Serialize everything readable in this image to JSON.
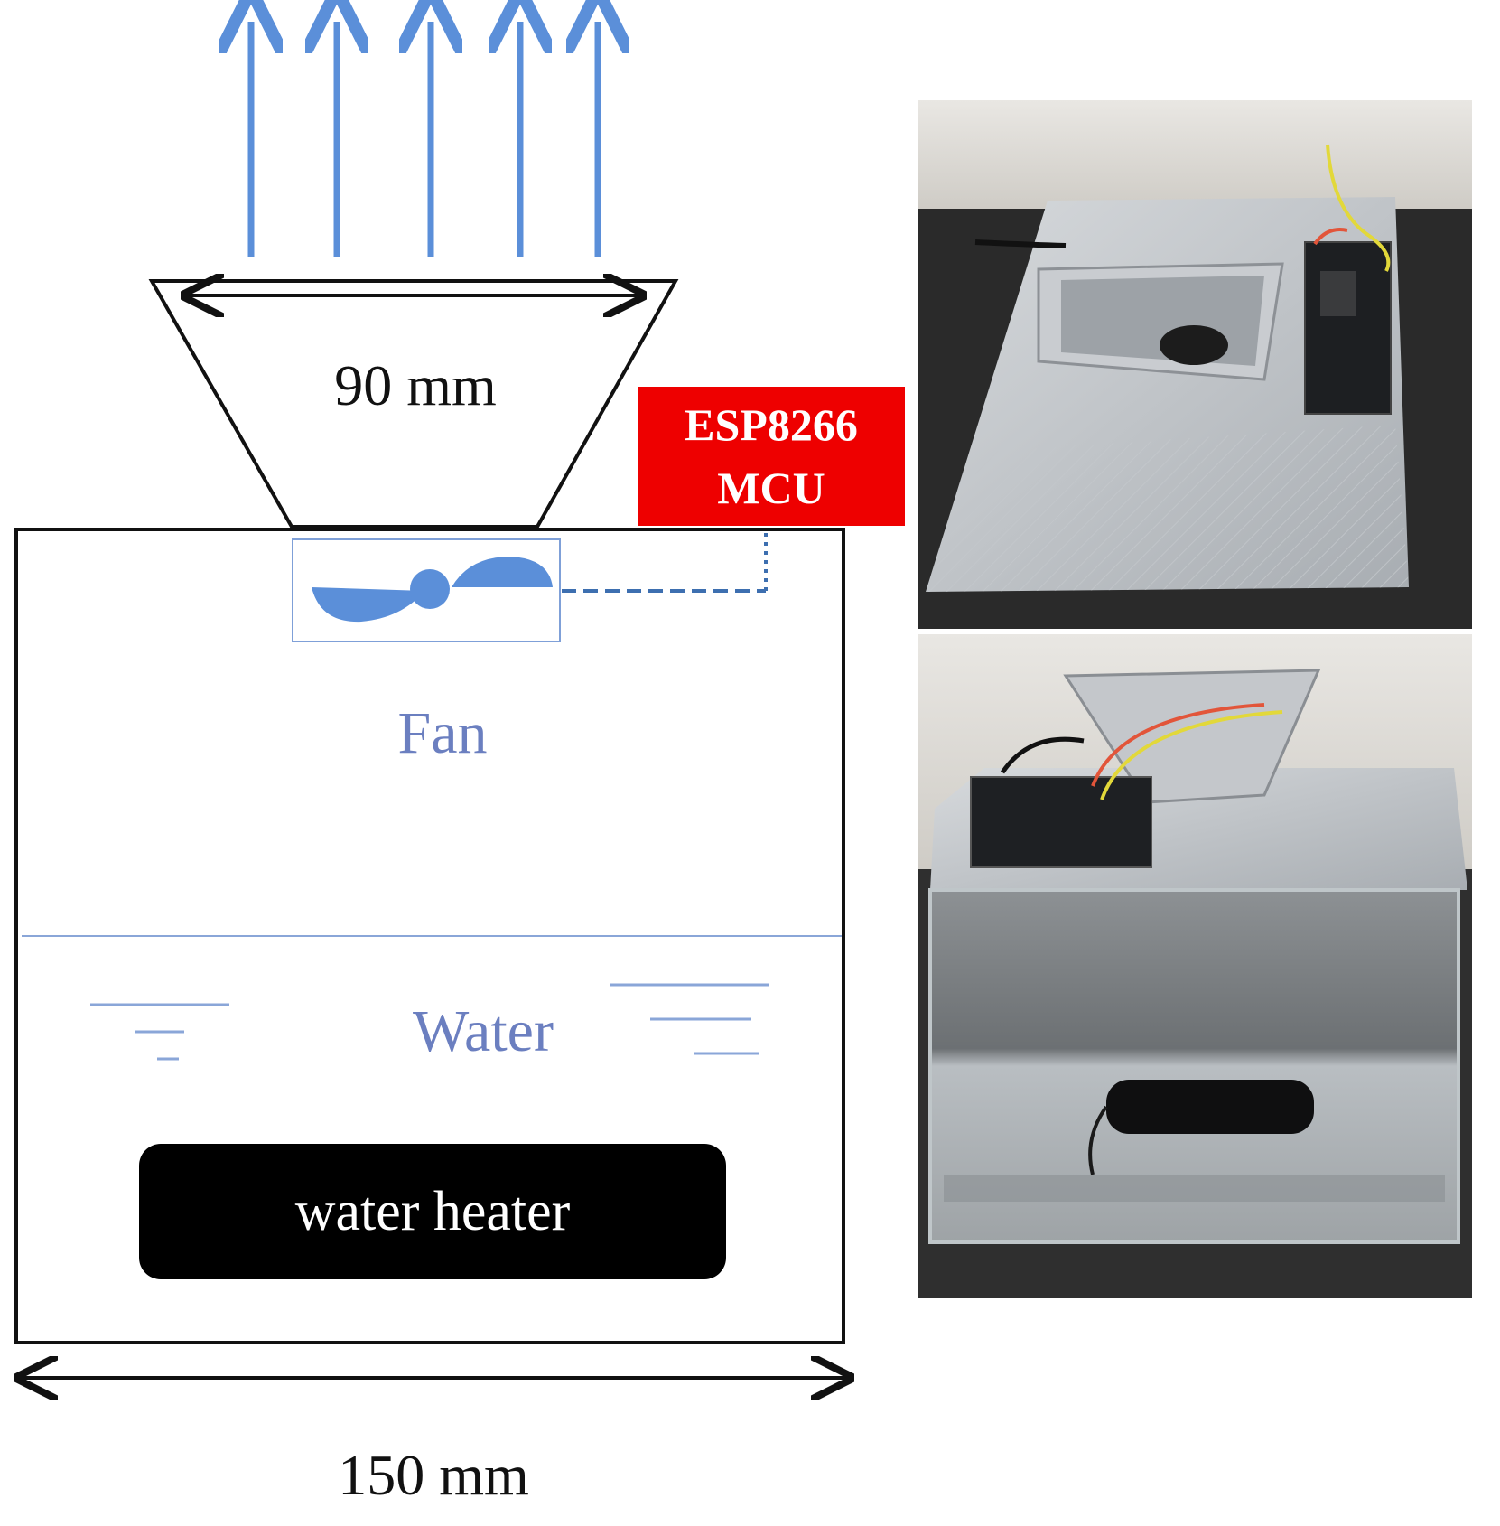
{
  "diagram": {
    "outlet_width_label": "90 mm",
    "mcu_line1": "ESP8266",
    "mcu_line2": "MCU",
    "fan_label": "Fan",
    "water_label": "Water",
    "heater_label": "water heater",
    "base_width_label": "150 mm"
  },
  "colors": {
    "arrow_blue": "#5b8fd9",
    "label_blue": "#6b7fc0",
    "mcu_red": "#ee0000",
    "heater_black": "#000000"
  },
  "photos": {
    "top": "photo of prototype: silver 3D-printed lid with funnel, fan and ESP8266 board",
    "bottom": "photo of prototype: glass tank with water heater and lid with ESP8266 board"
  }
}
